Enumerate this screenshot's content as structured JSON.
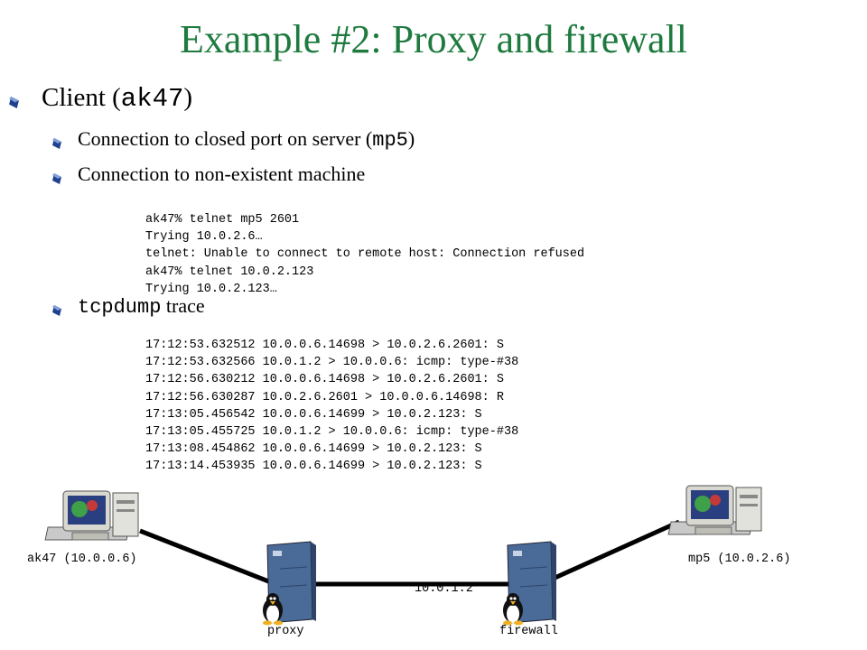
{
  "title": "Example #2: Proxy and firewall",
  "bullets": {
    "client_prefix": "Client (",
    "client_host": "ak47",
    "client_suffix": ")",
    "item1_prefix": "Connection to closed port on server (",
    "item1_host": "mp5",
    "item1_suffix": ")",
    "item2": "Connection to non-existent machine",
    "tcpdump_cmd": "tcpdump",
    "tcpdump_suffix": " trace"
  },
  "telnet_output": [
    "ak47% telnet mp5 2601",
    "Trying 10.0.2.6…",
    "telnet: Unable to connect to remote host: Connection refused",
    "ak47% telnet 10.0.2.123",
    "Trying 10.0.2.123…"
  ],
  "tcpdump_output": [
    "17:12:53.632512 10.0.0.6.14698 > 10.0.2.6.2601: S",
    "17:12:53.632566 10.0.1.2 > 10.0.0.6: icmp: type-#38",
    "17:12:56.630212 10.0.0.6.14698 > 10.0.2.6.2601: S",
    "17:12:56.630287 10.0.2.6.2601 > 10.0.0.6.14698: R",
    "17:13:05.456542 10.0.0.6.14699 > 10.0.2.123: S",
    "17:13:05.455725 10.0.1.2 > 10.0.0.6: icmp: type-#38",
    "17:13:08.454862 10.0.0.6.14699 > 10.0.2.123: S",
    "17:13:14.453935 10.0.0.6.14699 > 10.0.2.123: S"
  ],
  "diagram": {
    "client_label": "ak47 (10.0.0.6)",
    "server_label": "mp5 (10.0.2.6)",
    "proxy_label": "proxy",
    "firewall_label": "firewall",
    "link_label": "10.0.1.2"
  },
  "colors": {
    "title": "#1e7a3e",
    "bullet_mark": "#1f3f8f",
    "server_tower": "#4a6a98"
  },
  "icons": [
    "bullet-diamond-icon",
    "desktop-computer-icon",
    "server-tower-icon",
    "linux-penguin-icon"
  ]
}
